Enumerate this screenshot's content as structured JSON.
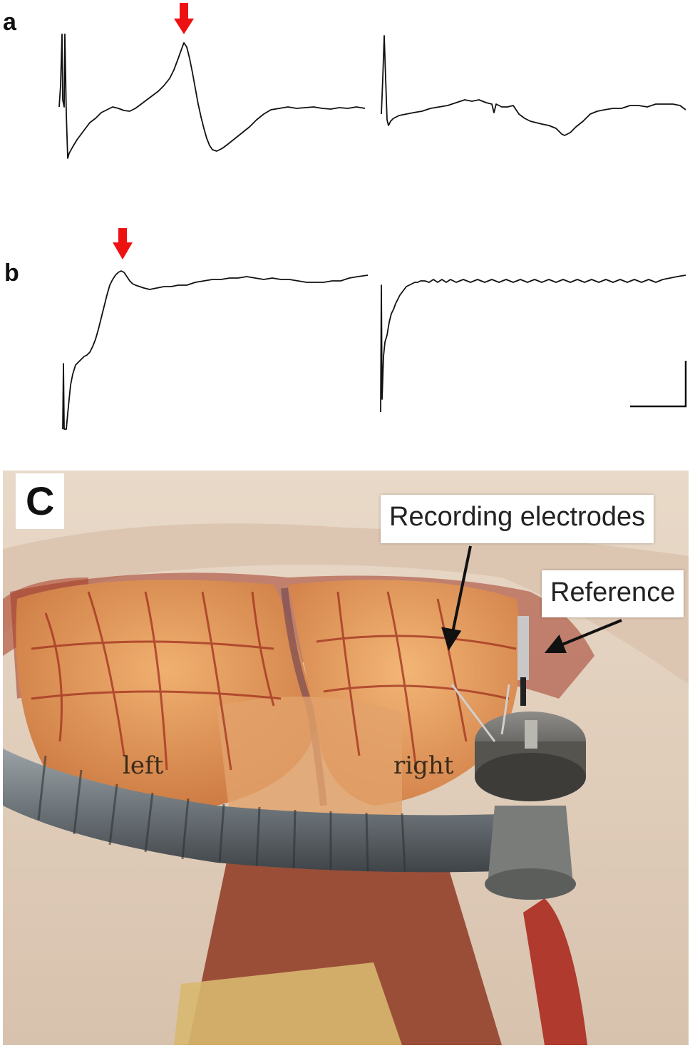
{
  "panels": {
    "a": {
      "label": "a"
    },
    "b": {
      "label": "b"
    },
    "c": {
      "label": "C",
      "recording_label": "Recording electrodes",
      "reference_label": "Reference",
      "left_label": "left",
      "right_label": "right"
    }
  },
  "colors": {
    "trace": "#111111",
    "marker_arrow": "#ee1111",
    "callout_arrow": "#111111"
  }
}
